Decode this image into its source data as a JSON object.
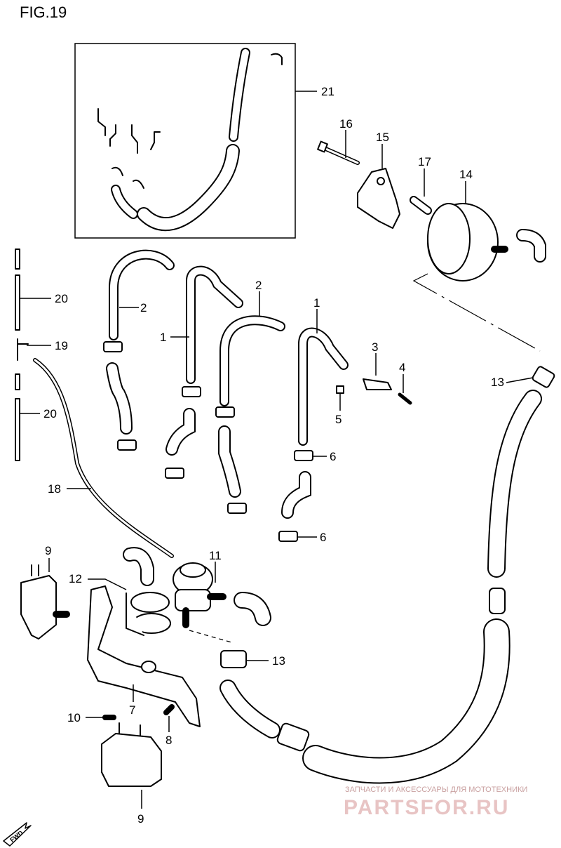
{
  "figure_title": "FIG.19",
  "callouts": [
    "21",
    "16",
    "15",
    "17",
    "14",
    "20",
    "2",
    "1",
    "2",
    "1",
    "3",
    "4",
    "5",
    "6",
    "6",
    "19",
    "20",
    "13",
    "18",
    "9",
    "12",
    "11",
    "13",
    "7",
    "10",
    "8",
    "9"
  ],
  "fwd_label": "FWD",
  "watermark": {
    "line1": "ЗАПЧАСТИ И АКСЕССУАРЫ ДЛЯ МОТОТЕХНИКИ",
    "line2": "PARTSFOR.RU"
  }
}
